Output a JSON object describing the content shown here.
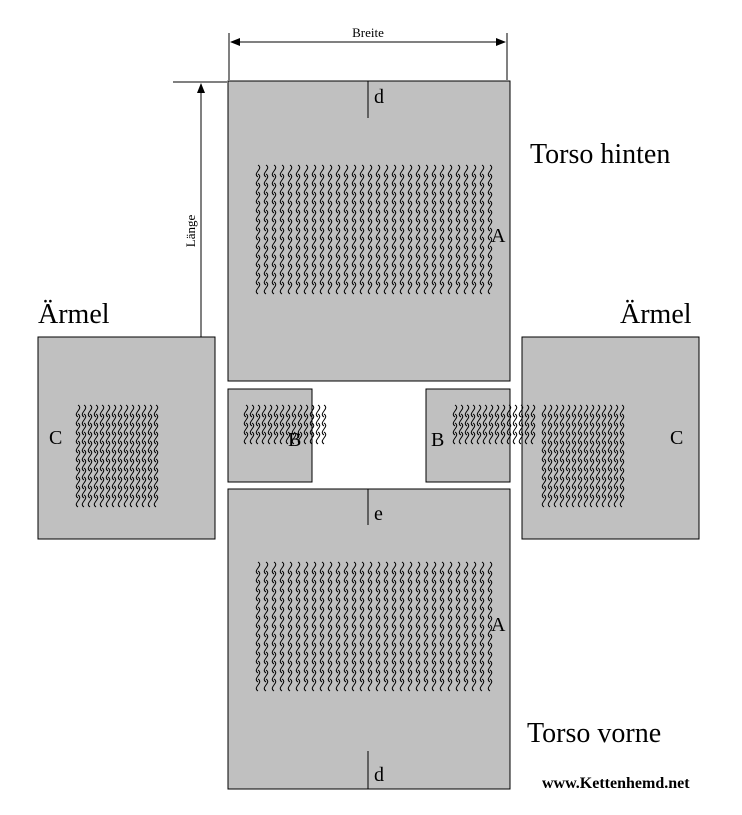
{
  "labels": {
    "torso_back": "Torso hinten",
    "torso_front": "Torso vorne",
    "sleeve_left": "Ärmel",
    "sleeve_right": "Ärmel",
    "width": "Breite",
    "length": "Länge",
    "website": "www.Kettenhemd.net"
  },
  "parts": {
    "back": {
      "letter": "A",
      "mark_top": "d"
    },
    "front": {
      "letter": "A",
      "mark_top": "e",
      "mark_bottom": "d"
    },
    "gusset_left": {
      "letter": "B"
    },
    "gusset_right": {
      "letter": "B"
    },
    "sleeve_left": {
      "letter": "C"
    },
    "sleeve_right": {
      "letter": "C"
    }
  }
}
